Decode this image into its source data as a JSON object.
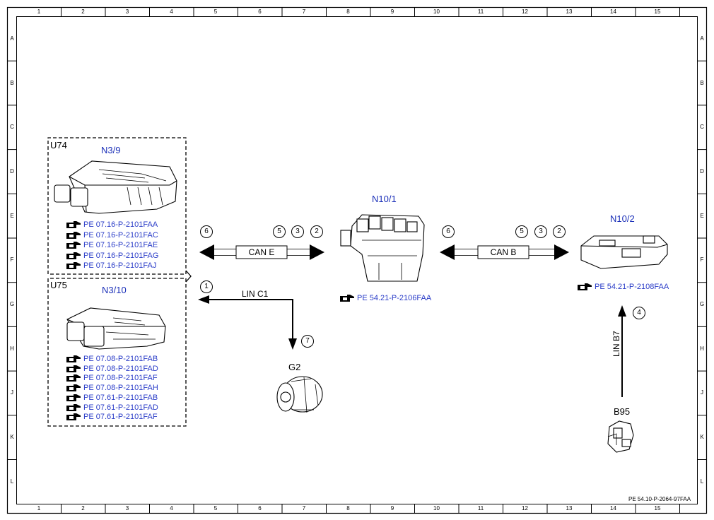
{
  "grid": {
    "columns": [
      "1",
      "2",
      "3",
      "4",
      "5",
      "6",
      "7",
      "8",
      "9",
      "10",
      "11",
      "12",
      "13",
      "14",
      "15"
    ],
    "rows": [
      "A",
      "B",
      "C",
      "D",
      "E",
      "F",
      "G",
      "H",
      "J",
      "K",
      "L"
    ]
  },
  "groups": {
    "u74": {
      "label": "U74"
    },
    "u75": {
      "label": "U75"
    }
  },
  "components": {
    "n3_9": {
      "label": "N3/9",
      "refs": [
        "PE 07.16-P-2101FAA",
        "PE 07.16-P-2101FAC",
        "PE 07.16-P-2101FAE",
        "PE 07.16-P-2101FAG",
        "PE 07.16-P-2101FAJ"
      ]
    },
    "n3_10": {
      "label": "N3/10",
      "refs": [
        "PE 07.08-P-2101FAB",
        "PE 07.08-P-2101FAD",
        "PE 07.08-P-2101FAF",
        "PE 07.08-P-2101FAH",
        "PE 07.61-P-2101FAB",
        "PE 07.61-P-2101FAD",
        "PE 07.61-P-2101FAF"
      ]
    },
    "n10_1": {
      "label": "N10/1",
      "ref": "PE 54.21-P-2106FAA"
    },
    "n10_2": {
      "label": "N10/2",
      "ref": "PE 54.21-P-2108FAA"
    },
    "g2": {
      "label": "G2"
    },
    "b95": {
      "label": "B95"
    }
  },
  "buses": {
    "can_e": "CAN E",
    "can_b": "CAN B",
    "lin_c1": "LIN C1",
    "lin_b7": "LIN B7"
  },
  "markers": {
    "m6_left": "6",
    "m5_left": "5",
    "m3_left": "3",
    "m2_left": "2",
    "m6_right": "6",
    "m5_right": "5",
    "m3_right": "3",
    "m2_right": "2",
    "m1": "1",
    "m7": "7",
    "m4": "4"
  },
  "document_number": "PE 54.10-P-2064-97FAA",
  "colors": {
    "component_label": "#1a2fb8",
    "reference_text": "#2a3cc8",
    "lines": "#000000"
  },
  "icons": [
    "reference-hand-icon"
  ]
}
